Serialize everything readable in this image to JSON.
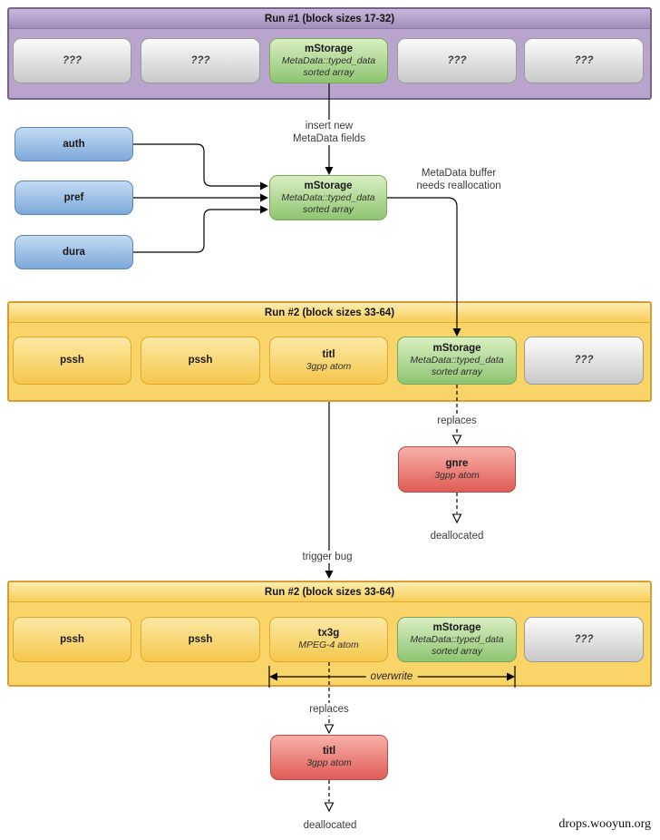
{
  "watermark": "drops.wooyun.org",
  "colors": {
    "purple_body": "#b9a5cc",
    "purple_border": "#77648f",
    "yellow_body": "#f9d469",
    "yellow_border": "#db9d33",
    "gray_box": "#c9c9c9",
    "green_box": "#8ec471",
    "blue_box": "#7da8d8",
    "red_box": "#df5d56",
    "arrow": "#000000"
  },
  "run1": {
    "title": "Run #1 (block sizes 17-32)",
    "cells": [
      {
        "label": "???"
      },
      {
        "label": "???"
      },
      {
        "label": "mStorage",
        "sub1": "MetaData::typed_data",
        "sub2": "sorted array"
      },
      {
        "label": "???"
      },
      {
        "label": "???"
      }
    ]
  },
  "inputs": [
    {
      "label": "auth"
    },
    {
      "label": "pref"
    },
    {
      "label": "dura"
    }
  ],
  "mid_storage": {
    "label": "mStorage",
    "sub1": "MetaData::typed_data",
    "sub2": "sorted array"
  },
  "run2a": {
    "title": "Run #2 (block sizes 33-64)",
    "cells": [
      {
        "label": "pssh"
      },
      {
        "label": "pssh"
      },
      {
        "label": "titl",
        "sub1": "3gpp atom"
      },
      {
        "label": "mStorage",
        "sub1": "MetaData::typed_data",
        "sub2": "sorted array"
      },
      {
        "label": "???"
      }
    ]
  },
  "run2b": {
    "title": "Run #2 (block sizes 33-64)",
    "cells": [
      {
        "label": "pssh"
      },
      {
        "label": "pssh"
      },
      {
        "label": "tx3g",
        "sub1": "MPEG-4 atom"
      },
      {
        "label": "mStorage",
        "sub1": "MetaData::typed_data",
        "sub2": "sorted array"
      },
      {
        "label": "???"
      }
    ]
  },
  "freed": {
    "gnre": {
      "label": "gnre",
      "sub1": "3gpp atom"
    },
    "titl": {
      "label": "titl",
      "sub1": "3gpp atom"
    }
  },
  "annotations": {
    "insert_line1": "insert new",
    "insert_line2": "MetaData fields",
    "realloc_line1": "MetaData buffer",
    "realloc_line2": "needs reallocation",
    "replaces1": "replaces",
    "deallocated1": "deallocated",
    "trigger": "trigger bug",
    "overwrite": "overwrite",
    "replaces2": "replaces",
    "deallocated2": "deallocated"
  }
}
